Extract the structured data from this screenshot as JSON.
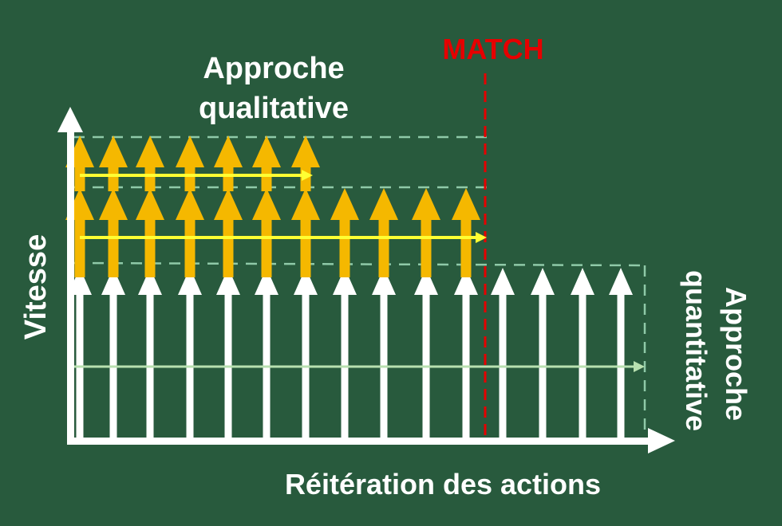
{
  "labels": {
    "qualitative_line1": "Approche",
    "qualitative_line2": "qualitative",
    "quantitative_line1": "Approche",
    "quantitative_line2": "quantitative",
    "match": "MATCH",
    "y_axis": "Vitesse",
    "x_axis": "Réitération des actions"
  },
  "colors": {
    "background": "#285a3d",
    "white_arrow": "#ffffff",
    "orange_arrow": "#f5b800",
    "yellow_line": "#ffff33",
    "green_line": "#b8e0b0",
    "dashed_guide": "#8fc9a8",
    "match": "#e60000"
  },
  "arrows": {
    "white_count": 15,
    "orange_lower_count": 11,
    "orange_upper_count": 7
  }
}
